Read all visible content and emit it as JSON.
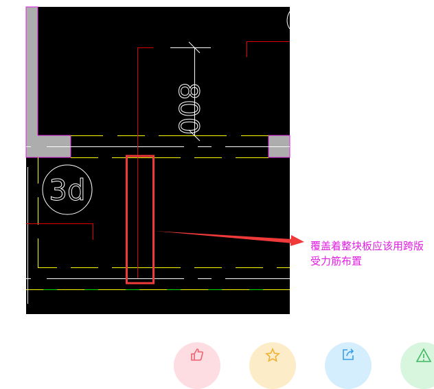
{
  "drawing": {
    "dimension_text": "800",
    "grid_label": "3d",
    "annotation_line1": "覆盖着整块板应该用跨版",
    "annotation_line2": "受力筋布置",
    "annotation_color": "#e020e0",
    "highlight_color": "#f03a3a"
  },
  "actions": [
    {
      "icon": "thumbs-up-icon",
      "bg": "#fddde2",
      "color": "#f06070"
    },
    {
      "icon": "star-icon",
      "bg": "#fdecc8",
      "color": "#f0b030"
    },
    {
      "icon": "share-icon",
      "bg": "#d4eefd",
      "color": "#3a9ee6"
    },
    {
      "icon": "warning-icon",
      "bg": "#d8f5de",
      "color": "#3cb860"
    }
  ]
}
